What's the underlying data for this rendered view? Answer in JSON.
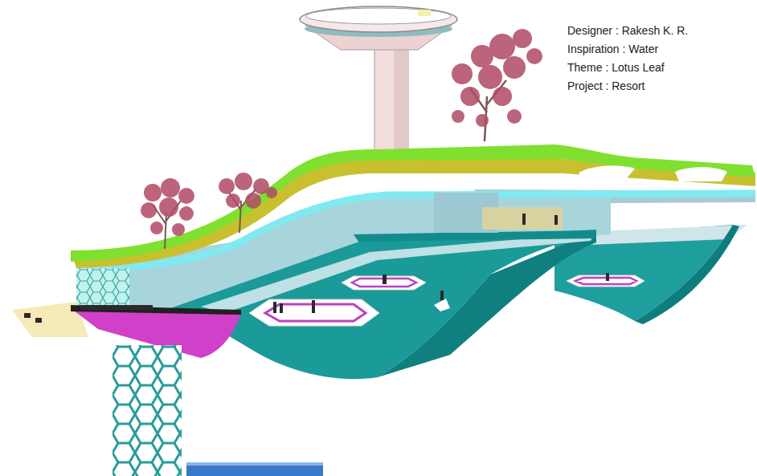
{
  "diagram": {
    "labels": [
      "Designer : Rakesh K. R.",
      "Inspiration : Water",
      "Theme : Lotus Leaf",
      "Project : Resort"
    ]
  }
}
